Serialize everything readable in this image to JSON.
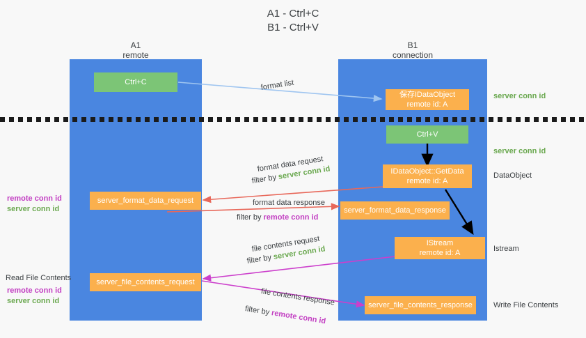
{
  "title": {
    "line1": "A1 - Ctrl+C",
    "line2": "B1 - Ctrl+V"
  },
  "columns": [
    {
      "name": "A1",
      "sub": "remote"
    },
    {
      "name": "B1",
      "sub": "connection"
    }
  ],
  "boxes": {
    "ctrl_c": "Ctrl+C",
    "save_idataobject_l1": "保存IDataObject",
    "save_idataobject_l2": "remote id: A",
    "ctrl_v": "Ctrl+V",
    "getdata_l1": "IDataObject::GetData",
    "getdata_l2": "remote id: A",
    "format_data_request": "server_format_data_request",
    "format_data_response": "server_format_data_response",
    "istream_l1": "IStream",
    "istream_l2": "remote id: A",
    "file_contents_request": "server_file_contents_request",
    "file_contents_response": "server_file_contents_response"
  },
  "right_labels": {
    "server_conn_id_1": "server conn id",
    "server_conn_id_2": "server conn id",
    "dataobject": "DataObject",
    "istream": "Istream",
    "write_file_contents": "Write File Contents"
  },
  "left_labels": {
    "remote_conn_id_1": "remote conn id",
    "server_conn_id_1": "server conn id",
    "read_file_contents": "Read File Contents",
    "remote_conn_id_2": "remote conn id",
    "server_conn_id_2": "server conn id"
  },
  "edges": {
    "format_list": "format list",
    "format_data_request": "format data request",
    "format_data_request_filter_prefix": "filter by ",
    "format_data_request_filter_key": "server conn id",
    "format_data_response": "format data response",
    "format_data_response_filter_prefix": "filter by ",
    "format_data_response_filter_key": "remote conn id",
    "file_contents_request": "file contents request",
    "file_contents_request_filter_prefix": "filter by ",
    "file_contents_request_filter_key": "server conn id",
    "file_contents_response": "file contents response",
    "file_contents_response_filter_prefix": "filter by ",
    "file_contents_response_filter_key": "remote conn id"
  },
  "colors": {
    "lifeline": "#4a86e0",
    "green_box": "#7cc576",
    "orange_box": "#fbb04d",
    "server_conn_id": "#6aa84f",
    "remote_conn_id": "#c23fc2",
    "arrow_blue": "#9fc5f0",
    "arrow_red": "#e8685a",
    "arrow_magenta": "#cc3fcc",
    "arrow_black": "#000000",
    "background": "#f8f8f8"
  }
}
